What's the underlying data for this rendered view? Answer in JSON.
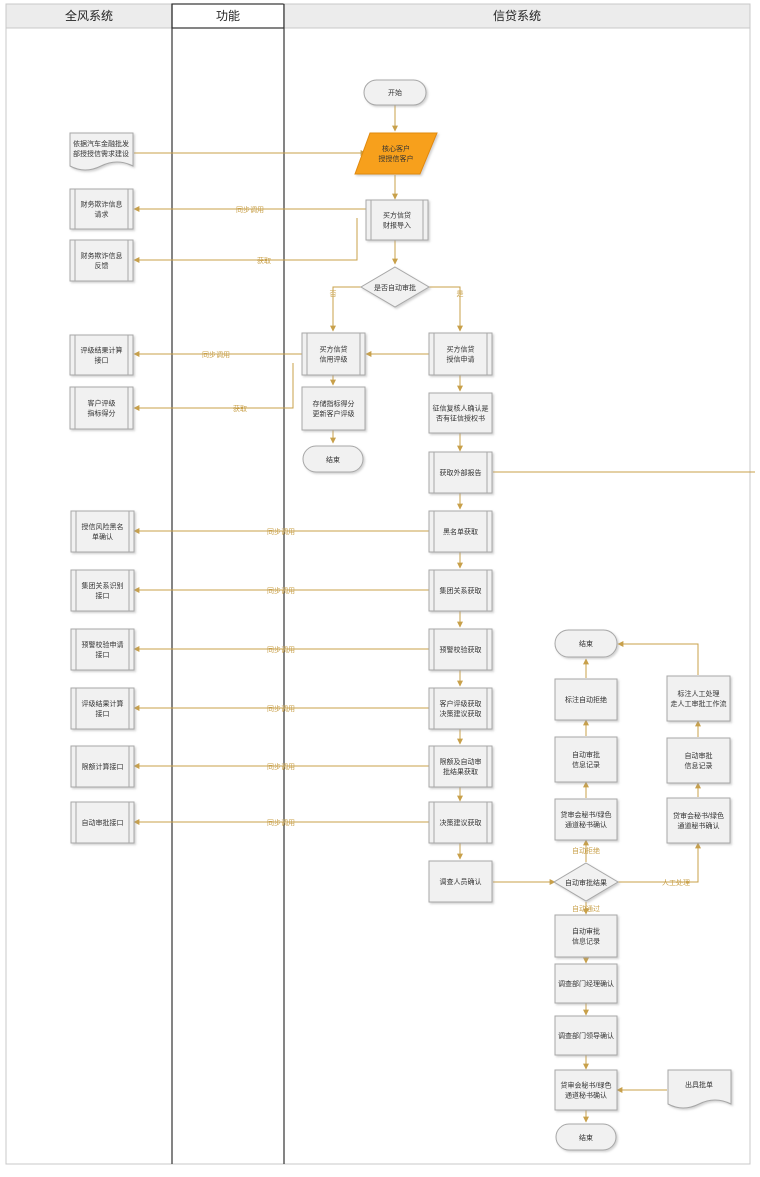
{
  "lanes": [
    "全风系统",
    "功能",
    "信贷系统"
  ],
  "nodes": {
    "start": "开始",
    "core_client": [
      "核心客户",
      "授授信客户"
    ],
    "req_notice": [
      "依据汽车金融批发",
      "部授授信需求建设"
    ],
    "fin_import": [
      "买方信贷",
      "财报导入"
    ],
    "fin_req": [
      "财务欺诈信息",
      "请求"
    ],
    "fin_feedback": [
      "财务欺诈信息",
      "反馈"
    ],
    "auto_decision": "是否自动审批",
    "credit_rating": [
      "买方信贷",
      "信用评级"
    ],
    "credit_apply": [
      "买方信贷",
      "授信申请"
    ],
    "rating_calc": [
      "评级结果计算",
      "接口"
    ],
    "client_score": [
      "客户评级",
      "指标得分"
    ],
    "store_score": [
      "存储指标得分",
      "更新客户评级"
    ],
    "end1": "结束",
    "checker_confirm": [
      "征信复核人确认是",
      "否有征信授权书"
    ],
    "external_report": "获取外部报告",
    "blacklist_get": "黑名单获取",
    "group_get": "集团关系获取",
    "warn_get": "预警校验获取",
    "rating_get": [
      "客户评级获取",
      "决策建议获取"
    ],
    "limit_get": [
      "限额及自动审",
      "批结果获取"
    ],
    "decision_get": "决策建议获取",
    "investigator_confirm": "调查人员确认",
    "risk_blacklist": [
      "授信风险黑名",
      "单确认"
    ],
    "group_api": [
      "集团关系识别",
      "接口"
    ],
    "warn_api": [
      "预警校验申请",
      "接口"
    ],
    "rating_api": [
      "评级结果计算",
      "接口"
    ],
    "limit_api": "限额计算接口",
    "auto_api": "自动审批接口",
    "approval_result": "自动审批结果",
    "end2": "结束",
    "mark_reject": "标注自动拒绝",
    "auto_record_l": [
      "自动审批",
      "信息记录"
    ],
    "secretary_l": [
      "贷审会秘书/绿色",
      "通道秘书确认"
    ],
    "manual_mark": [
      "标注人工处理",
      "走人工审批工作流"
    ],
    "auto_record_r": [
      "自动审批",
      "信息记录"
    ],
    "secretary_r": [
      "贷审会秘书/绿色",
      "通道秘书确认"
    ],
    "auto_record_b": [
      "自动审批",
      "信息记录"
    ],
    "dept_manager": "调查部门经理确认",
    "dept_leader": "调查部门领导确认",
    "secretary_b": [
      "贷审会秘书/绿色",
      "通道秘书确认"
    ],
    "issue_approval": "出具批单",
    "end3": "结束"
  },
  "edge_labels": {
    "sync_call": "同步调用",
    "fetch": "获取",
    "no": "否",
    "yes": "是",
    "auto_reject": "自动拒绝",
    "auto_pass": "自动通过",
    "manual_process": "人工处理"
  },
  "colors": {
    "accent": "#f7a01d",
    "line": "#c8a04a",
    "node_fill": "#f1f1f1",
    "node_stroke": "#a7a7a7",
    "lane_header": "#ececec",
    "lane_header_active": "#ffffff"
  }
}
